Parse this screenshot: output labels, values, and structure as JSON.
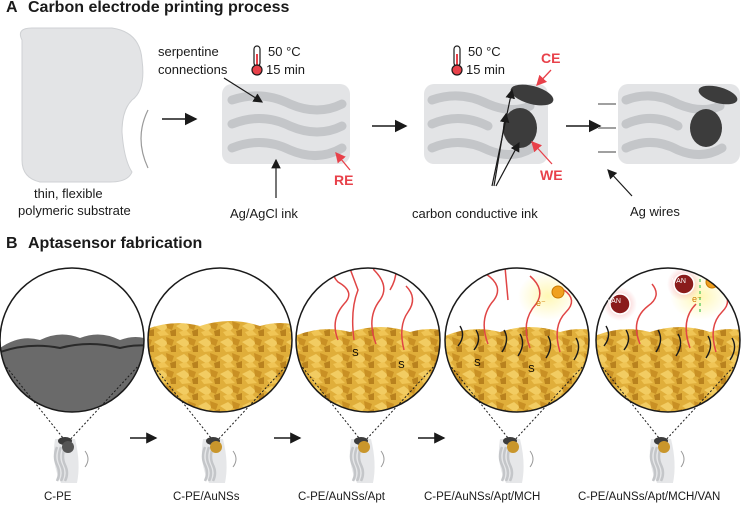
{
  "section_a": {
    "letter": "A",
    "title": "Carbon electrode printing process",
    "substrate_label_line1": "thin, flexible",
    "substrate_label_line2": "polymeric substrate",
    "serpentine_line1": "serpentine",
    "serpentine_line2": "connections",
    "temp1_value": "50 °C",
    "temp1_time": "15 min",
    "agcl_label": "Ag/AgCl ink",
    "re_label": "RE",
    "temp2_value": "50 °C",
    "temp2_time": "15 min",
    "ce_label": "CE",
    "we_label": "WE",
    "carbon_label": "carbon conductive ink",
    "agwires_label": "Ag wires"
  },
  "section_b": {
    "letter": "B",
    "title": "Aptasensor fabrication",
    "stages": [
      "C-PE",
      "C-PE/AuNSs",
      "C-PE/AuNSs/Apt",
      "C-PE/AuNSs/Apt/MCH",
      "C-PE/AuNSs/Apt/MCH/VAN"
    ],
    "electron": "e⁻",
    "van": "VAN"
  },
  "colors": {
    "substrate": "#e3e4e6",
    "ink_gray": "#c4c6c9",
    "carbon": "#3c3c3c",
    "gold": "#d9a530",
    "aptamer": "#e04545",
    "label_red": "#e8414a"
  }
}
